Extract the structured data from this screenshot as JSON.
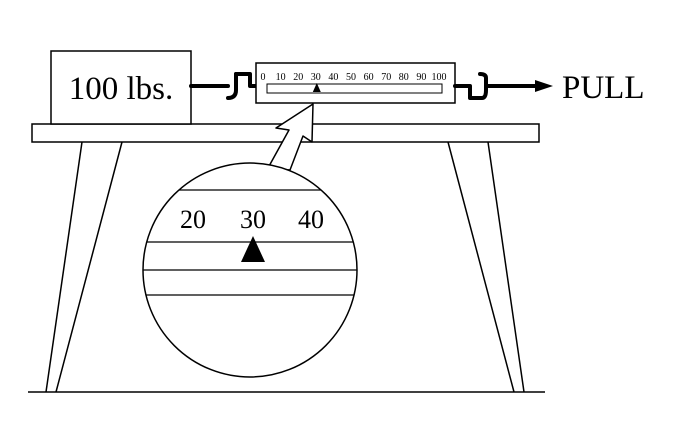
{
  "block": {
    "label": "100 lbs."
  },
  "pull": {
    "label": "PULL"
  },
  "scale": {
    "ticks": [
      "0",
      "10",
      "20",
      "30",
      "40",
      "50",
      "60",
      "70",
      "80",
      "90",
      "100"
    ],
    "reading": 30
  },
  "magnifier": {
    "labels": [
      "20",
      "30",
      "40"
    ]
  },
  "colors": {
    "ink": "#000000",
    "paper": "#ffffff"
  }
}
